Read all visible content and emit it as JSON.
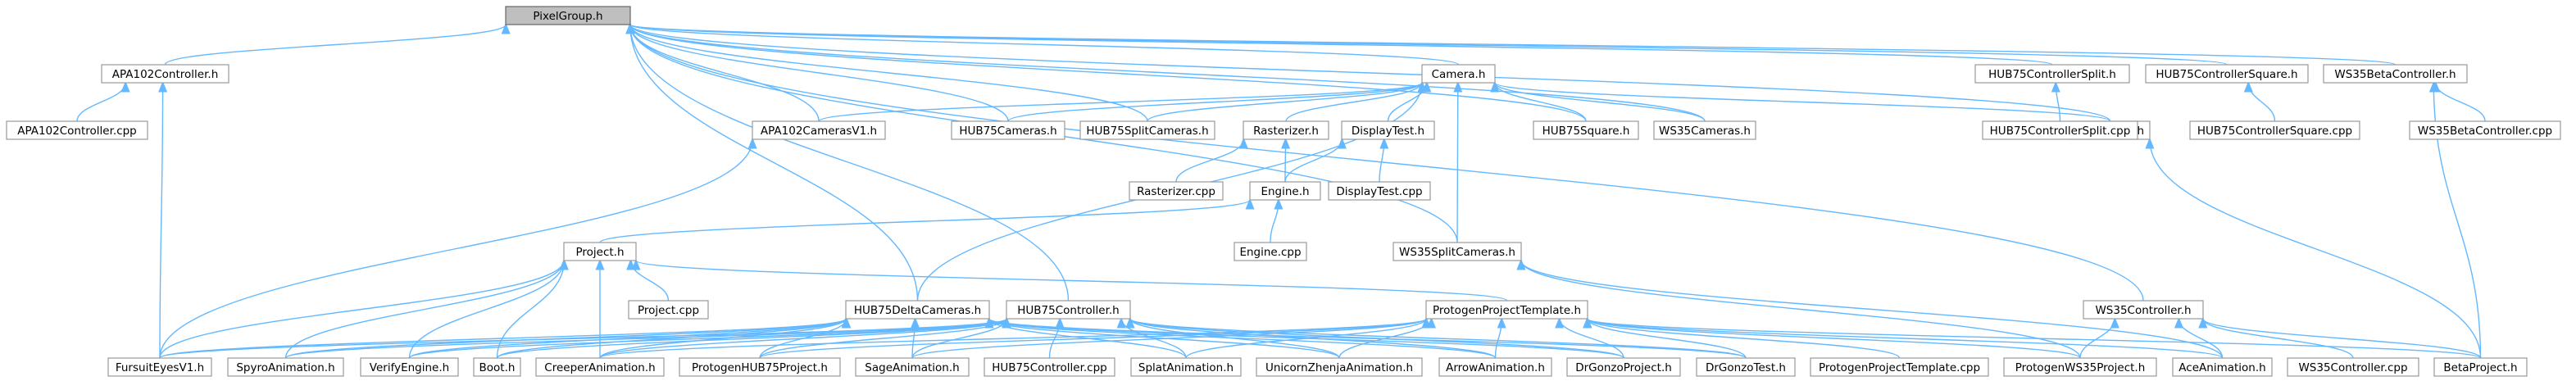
{
  "diagram": {
    "type": "include-dependency-graph",
    "colors": {
      "edge": "#63b8ff",
      "node_border": "#999999",
      "root_fill": "#bfbfbf",
      "background": "#ffffff"
    },
    "nodes": [
      {
        "id": "pixelgroup_h",
        "label": "PixelGroup.h",
        "root": true
      },
      {
        "id": "apa102controller_h",
        "label": "APA102Controller.h"
      },
      {
        "id": "camera_h",
        "label": "Camera.h"
      },
      {
        "id": "hub75controllersplit_h",
        "label": "HUB75ControllerSplit.h"
      },
      {
        "id": "hub75controllersquare_h",
        "label": "HUB75ControllerSquare.h"
      },
      {
        "id": "ws35betacontroller_h",
        "label": "WS35BetaController.h"
      },
      {
        "id": "apa102controller_cpp",
        "label": "APA102Controller.cpp"
      },
      {
        "id": "apa102camerasv1_h",
        "label": "APA102CamerasV1.h"
      },
      {
        "id": "hub75cameras_h",
        "label": "HUB75Cameras.h"
      },
      {
        "id": "hub75splitcameras_h",
        "label": "HUB75SplitCameras.h"
      },
      {
        "id": "rasterizer_h",
        "label": "Rasterizer.h"
      },
      {
        "id": "displaytest_h",
        "label": "DisplayTest.h"
      },
      {
        "id": "hub75square_h",
        "label": "HUB75Square.h"
      },
      {
        "id": "ws35cameras_h",
        "label": "WS35Cameras.h"
      },
      {
        "id": "ws35beta_h",
        "label": "WS35Beta.h"
      },
      {
        "id": "hub75controllersplit_cpp",
        "label": "HUB75ControllerSplit.cpp"
      },
      {
        "id": "hub75controllersquare_cpp",
        "label": "HUB75ControllerSquare.cpp"
      },
      {
        "id": "ws35betacontroller_cpp",
        "label": "WS35BetaController.cpp"
      },
      {
        "id": "rasterizer_cpp",
        "label": "Rasterizer.cpp"
      },
      {
        "id": "engine_h",
        "label": "Engine.h"
      },
      {
        "id": "displaytest_cpp",
        "label": "DisplayTest.cpp"
      },
      {
        "id": "project_h",
        "label": "Project.h"
      },
      {
        "id": "engine_cpp",
        "label": "Engine.cpp"
      },
      {
        "id": "ws35splitcameras_h",
        "label": "WS35SplitCameras.h"
      },
      {
        "id": "project_cpp",
        "label": "Project.cpp"
      },
      {
        "id": "hub75deltacameras_h",
        "label": "HUB75DeltaCameras.h"
      },
      {
        "id": "hub75controller_h",
        "label": "HUB75Controller.h"
      },
      {
        "id": "protogenprojecttemplate_h",
        "label": "ProtogenProjectTemplate.h"
      },
      {
        "id": "ws35controller_h",
        "label": "WS35Controller.h"
      },
      {
        "id": "fursuiteyesv1_h",
        "label": "FursuitEyesV1.h"
      },
      {
        "id": "spyroanimation_h",
        "label": "SpyroAnimation.h"
      },
      {
        "id": "verifyengine_h",
        "label": "VerifyEngine.h"
      },
      {
        "id": "boot_h",
        "label": "Boot.h"
      },
      {
        "id": "creeperanimation_h",
        "label": "CreeperAnimation.h"
      },
      {
        "id": "protogenhub75project_h",
        "label": "ProtogenHUB75Project.h"
      },
      {
        "id": "sageanimation_h",
        "label": "SageAnimation.h"
      },
      {
        "id": "hub75controller_cpp",
        "label": "HUB75Controller.cpp"
      },
      {
        "id": "splatanimation_h",
        "label": "SplatAnimation.h"
      },
      {
        "id": "unicornzhenjaanimation_h",
        "label": "UnicornZhenjaAnimation.h"
      },
      {
        "id": "arrowanimation_h",
        "label": "ArrowAnimation.h"
      },
      {
        "id": "drgonzoproject_h",
        "label": "DrGonzoProject.h"
      },
      {
        "id": "drgonzotest_h",
        "label": "DrGonzoTest.h"
      },
      {
        "id": "protogenprojecttemplate_cpp",
        "label": "ProtogenProjectTemplate.cpp"
      },
      {
        "id": "protogenws35project_h",
        "label": "ProtogenWS35Project.h"
      },
      {
        "id": "aceanimation_h",
        "label": "AceAnimation.h"
      },
      {
        "id": "ws35controller_cpp",
        "label": "WS35Controller.cpp"
      },
      {
        "id": "betaproject_h",
        "label": "BetaProject.h"
      }
    ],
    "edges": [
      [
        "apa102controller_h",
        "pixelgroup_h"
      ],
      [
        "camera_h",
        "pixelgroup_h"
      ],
      [
        "hub75controllersplit_h",
        "pixelgroup_h"
      ],
      [
        "hub75controllersquare_h",
        "pixelgroup_h"
      ],
      [
        "ws35betacontroller_h",
        "pixelgroup_h"
      ],
      [
        "apa102camerasv1_h",
        "pixelgroup_h"
      ],
      [
        "hub75cameras_h",
        "pixelgroup_h"
      ],
      [
        "hub75splitcameras_h",
        "pixelgroup_h"
      ],
      [
        "hub75square_h",
        "pixelgroup_h"
      ],
      [
        "ws35cameras_h",
        "pixelgroup_h"
      ],
      [
        "ws35beta_h",
        "pixelgroup_h"
      ],
      [
        "ws35splitcameras_h",
        "pixelgroup_h"
      ],
      [
        "hub75deltacameras_h",
        "pixelgroup_h"
      ],
      [
        "hub75controller_h",
        "pixelgroup_h"
      ],
      [
        "ws35controller_h",
        "pixelgroup_h"
      ],
      [
        "apa102controller_cpp",
        "apa102controller_h"
      ],
      [
        "fursuiteyesv1_h",
        "apa102controller_h"
      ],
      [
        "apa102camerasv1_h",
        "camera_h"
      ],
      [
        "hub75cameras_h",
        "camera_h"
      ],
      [
        "hub75splitcameras_h",
        "camera_h"
      ],
      [
        "rasterizer_h",
        "camera_h"
      ],
      [
        "displaytest_h",
        "camera_h"
      ],
      [
        "hub75square_h",
        "camera_h"
      ],
      [
        "ws35cameras_h",
        "camera_h"
      ],
      [
        "ws35beta_h",
        "camera_h"
      ],
      [
        "ws35splitcameras_h",
        "camera_h"
      ],
      [
        "hub75deltacameras_h",
        "camera_h"
      ],
      [
        "hub75controllersplit_cpp",
        "hub75controllersplit_h"
      ],
      [
        "hub75controllersquare_cpp",
        "hub75controllersquare_h"
      ],
      [
        "ws35betacontroller_cpp",
        "ws35betacontroller_h"
      ],
      [
        "betaproject_h",
        "ws35betacontroller_h"
      ],
      [
        "fursuiteyesv1_h",
        "apa102camerasv1_h"
      ],
      [
        "rasterizer_cpp",
        "rasterizer_h"
      ],
      [
        "engine_h",
        "rasterizer_h"
      ],
      [
        "engine_h",
        "displaytest_h"
      ],
      [
        "displaytest_cpp",
        "displaytest_h"
      ],
      [
        "betaproject_h",
        "ws35beta_h"
      ],
      [
        "project_h",
        "engine_h"
      ],
      [
        "engine_cpp",
        "engine_h"
      ],
      [
        "project_cpp",
        "project_h"
      ],
      [
        "protogenprojecttemplate_h",
        "project_h"
      ],
      [
        "fursuiteyesv1_h",
        "project_h"
      ],
      [
        "spyroanimation_h",
        "project_h"
      ],
      [
        "verifyengine_h",
        "project_h"
      ],
      [
        "boot_h",
        "project_h"
      ],
      [
        "creeperanimation_h",
        "project_h"
      ],
      [
        "protogenws35project_h",
        "ws35splitcameras_h"
      ],
      [
        "aceanimation_h",
        "ws35splitcameras_h"
      ],
      [
        "fursuiteyesv1_h",
        "hub75deltacameras_h"
      ],
      [
        "spyroanimation_h",
        "hub75deltacameras_h"
      ],
      [
        "verifyengine_h",
        "hub75deltacameras_h"
      ],
      [
        "boot_h",
        "hub75deltacameras_h"
      ],
      [
        "creeperanimation_h",
        "hub75deltacameras_h"
      ],
      [
        "protogenhub75project_h",
        "hub75deltacameras_h"
      ],
      [
        "sageanimation_h",
        "hub75deltacameras_h"
      ],
      [
        "splatanimation_h",
        "hub75deltacameras_h"
      ],
      [
        "unicornzhenjaanimation_h",
        "hub75deltacameras_h"
      ],
      [
        "arrowanimation_h",
        "hub75deltacameras_h"
      ],
      [
        "drgonzoproject_h",
        "hub75deltacameras_h"
      ],
      [
        "drgonzotest_h",
        "hub75deltacameras_h"
      ],
      [
        "fursuiteyesv1_h",
        "hub75controller_h"
      ],
      [
        "spyroanimation_h",
        "hub75controller_h"
      ],
      [
        "verifyengine_h",
        "hub75controller_h"
      ],
      [
        "boot_h",
        "hub75controller_h"
      ],
      [
        "creeperanimation_h",
        "hub75controller_h"
      ],
      [
        "protogenhub75project_h",
        "hub75controller_h"
      ],
      [
        "sageanimation_h",
        "hub75controller_h"
      ],
      [
        "hub75controller_cpp",
        "hub75controller_h"
      ],
      [
        "splatanimation_h",
        "hub75controller_h"
      ],
      [
        "unicornzhenjaanimation_h",
        "hub75controller_h"
      ],
      [
        "arrowanimation_h",
        "hub75controller_h"
      ],
      [
        "drgonzoproject_h",
        "hub75controller_h"
      ],
      [
        "drgonzotest_h",
        "hub75controller_h"
      ],
      [
        "protogenhub75project_h",
        "protogenprojecttemplate_h"
      ],
      [
        "sageanimation_h",
        "protogenprojecttemplate_h"
      ],
      [
        "splatanimation_h",
        "protogenprojecttemplate_h"
      ],
      [
        "unicornzhenjaanimation_h",
        "protogenprojecttemplate_h"
      ],
      [
        "arrowanimation_h",
        "protogenprojecttemplate_h"
      ],
      [
        "drgonzoproject_h",
        "protogenprojecttemplate_h"
      ],
      [
        "drgonzotest_h",
        "protogenprojecttemplate_h"
      ],
      [
        "protogenprojecttemplate_cpp",
        "protogenprojecttemplate_h"
      ],
      [
        "protogenws35project_h",
        "protogenprojecttemplate_h"
      ],
      [
        "aceanimation_h",
        "protogenprojecttemplate_h"
      ],
      [
        "betaproject_h",
        "protogenprojecttemplate_h"
      ],
      [
        "creeperanimation_h",
        "protogenprojecttemplate_h"
      ],
      [
        "protogenws35project_h",
        "ws35controller_h"
      ],
      [
        "aceanimation_h",
        "ws35controller_h"
      ],
      [
        "ws35controller_cpp",
        "ws35controller_h"
      ],
      [
        "betaproject_h",
        "ws35controller_h"
      ]
    ]
  }
}
